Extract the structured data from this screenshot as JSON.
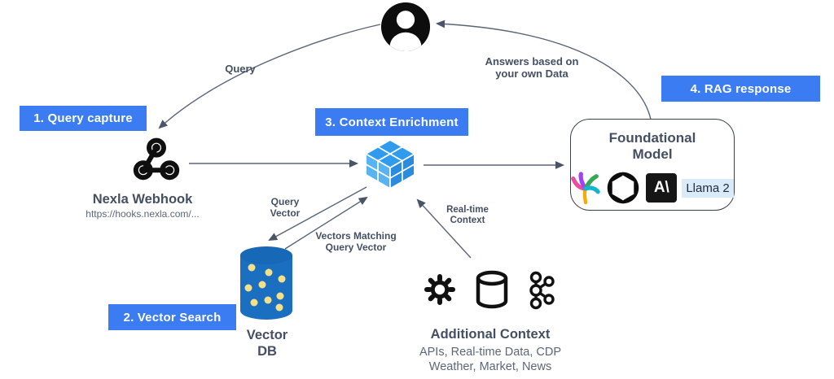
{
  "colors": {
    "accent_blue": "#3C7CF3",
    "text_dark": "#454F63",
    "text_muted": "#5C6678",
    "arrow": "#5A6478",
    "cube_top": "#2F9BEE",
    "cube_front": "#58B3F3",
    "cube_side": "#2B8CDF",
    "db_fill": "#1B6FC1",
    "db_dot": "#F5E08A",
    "llama_badge_bg": "#D9EAF9",
    "icon_black": "#111111"
  },
  "steps": {
    "step1": "1. Query capture",
    "step2": "2. Vector Search",
    "step3": "3. Context Enrichment",
    "step4": "4. RAG response"
  },
  "edge_labels": {
    "query": "Query",
    "answers": [
      "Answers based on",
      "your own Data"
    ],
    "query_vector": [
      "Query",
      "Vector"
    ],
    "vectors_matching": [
      "Vectors Matching",
      "Query Vector"
    ],
    "realtime": [
      "Real-time",
      "Context"
    ]
  },
  "webhook": {
    "name": "Nexla Webhook",
    "url": "https://hooks.nexla.com/..."
  },
  "vector_db": {
    "label": [
      "Vector",
      "DB"
    ]
  },
  "model": {
    "title": [
      "Foundational",
      "Model"
    ],
    "provider_icons": [
      "palm-icon",
      "openai-icon",
      "anthropic-icon"
    ],
    "anthropic_glyph": "A\\",
    "llama_label": "Llama 2"
  },
  "additional_context": {
    "title": "Additional Context",
    "lines": [
      "APIs, Real-time Data, CDP",
      "Weather, Market, News"
    ]
  }
}
